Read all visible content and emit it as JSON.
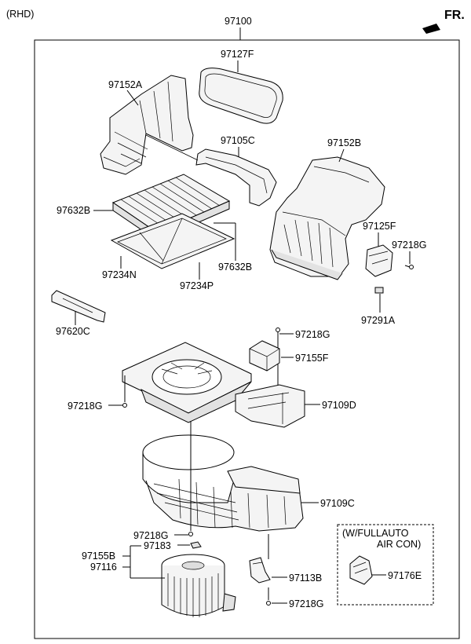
{
  "header": {
    "variant": "(RHD)",
    "assembly_number": "97100",
    "direction": "FR."
  },
  "parts": {
    "p97127F": "97127F",
    "p97152A": "97152A",
    "p97105C": "97105C",
    "p97152B": "97152B",
    "p97632B_left": "97632B",
    "p97125F": "97125F",
    "p97218G_a": "97218G",
    "p97632B_right": "97632B",
    "p97234N": "97234N",
    "p97234P": "97234P",
    "p97291A": "97291A",
    "p97620C": "97620C",
    "p97218G_b": "97218G",
    "p97155F": "97155F",
    "p97218G_c": "97218G",
    "p97109D": "97109D",
    "p97109C": "97109C",
    "p97218G_d": "97218G",
    "p97183": "97183",
    "p97155B": "97155B",
    "p97116": "97116",
    "p97113B": "97113B",
    "p97218G_e": "97218G",
    "p97176E": "97176E"
  },
  "option_box": {
    "line1": "(W/FULLAUTO",
    "line2": "AIR CON)"
  }
}
